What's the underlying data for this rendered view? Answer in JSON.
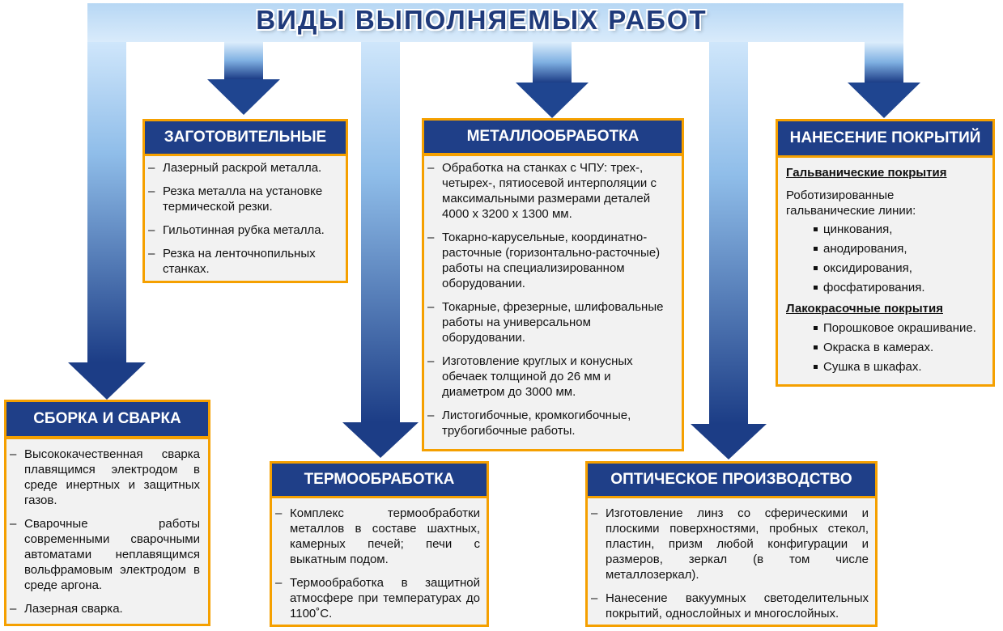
{
  "title": "ВИДЫ ВЫПОЛНЯЕМЫХ РАБОТ",
  "colors": {
    "arrow_dark": "#1f3f88",
    "arrow_light": "#b8d8f4",
    "header_bg": "#1f3f88",
    "border": "#f5a000",
    "box_bg": "#f2f2f2"
  },
  "sections": {
    "zagotov": {
      "title": "ЗАГОТОВИТЕЛЬНЫЕ",
      "items": [
        "Лазерный раскрой металла.",
        "Резка металла на установке термической резки.",
        "Гильотинная рубка металла.",
        "Резка на ленточнопильных станках."
      ]
    },
    "metal": {
      "title": "МЕТАЛЛООБРАБОТКА",
      "items": [
        "Обработка на станках с ЧПУ: трех-, четырех-, пятиосевой интерполяции с максимальными размерами деталей 4000 х 3200 х 1300 мм.",
        "Токарно-карусельные, координатно-расточные (горизонтально-расточные) работы на специализированном оборудовании.",
        "Токарные, фрезерные, шлифовальные работы на универсальном оборудовании.",
        "Изготовление круглых и конусных обечаек толщиной до 26 мм и диаметром до 3000 мм.",
        "Листогибочные, кромкогибочные, трубогибочные работы."
      ]
    },
    "coat": {
      "title": "НАНЕСЕНИЕ ПОКРЫТИЙ",
      "galv_head": "Гальванические покрытия",
      "galv_intro": "Роботизированные гальванические линии:",
      "galv_items": [
        "цинкования,",
        "анодирования,",
        "оксидирования,",
        "фосфатирования."
      ],
      "paint_head": "Лакокрасочные покрытия",
      "paint_items": [
        "Порошковое окрашивание.",
        "Окраска в камерах.",
        "Сушка в шкафах."
      ]
    },
    "weld": {
      "title": "СБОРКА И СВАРКА",
      "items": [
        "Высококачественная сварка плавящимся электродом в среде инертных и защитных газов.",
        "Сварочные работы современными сварочными автоматами неплавящимся вольфрамовым электродом в среде аргона.",
        "Лазерная сварка."
      ]
    },
    "thermo": {
      "title": "ТЕРМООБРАБОТКА",
      "items": [
        "Комплекс термообработки металлов в составе шахтных, камерных печей; печи с выкатным подом.",
        "Термообработка в защитной атмосфере при температурах до 1100˚С."
      ]
    },
    "optic": {
      "title": "ОПТИЧЕСКОЕ ПРОИЗВОДСТВО",
      "items": [
        "Изготовление линз со сферическими и плоскими поверхностями, пробных стекол, пластин, призм любой конфигурации и размеров, зеркал (в том числе металлозеркал).",
        "Нанесение вакуумных светоделительных покрытий, однослойных и многослойных."
      ]
    }
  }
}
